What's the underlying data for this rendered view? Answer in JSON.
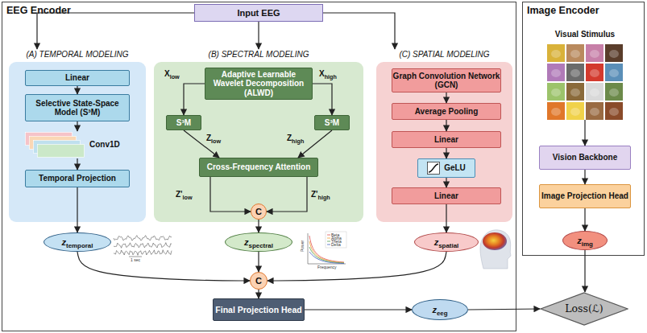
{
  "diagram": {
    "nodes": [
      {
        "text": [
          "EEG Encoder"
        ]
      },
      {
        "text": [
          "Input EEG"
        ],
        "in": 0
      },
      {
        "text": [
          "(A) TEMPORAL MODELING"
        ],
        "in": 0
      },
      {
        "text": [
          "Linear"
        ],
        "in": 2
      },
      {
        "text": [
          "Selective State-Space Model (S³M)"
        ],
        "in": 2
      },
      {
        "text": [
          "Conv1D"
        ],
        "in": 2
      },
      {
        "text": [
          "Temporal Projection"
        ],
        "in": 2
      },
      {
        "text": [
          "(B) SPECTRAL MODELING"
        ],
        "in": 0
      },
      {
        "text": [
          "Adaptive Learnable Wavelet Decomposition (ALWD)"
        ],
        "in": 7
      },
      {
        "text": [
          "S³M"
        ],
        "in": 7
      },
      {
        "text": [
          "S³M"
        ],
        "in": 7
      },
      {
        "text": [
          "Cross-Frequency Attention"
        ],
        "in": 7
      },
      {
        "text": [
          "C"
        ],
        "in": 7
      },
      {
        "text": [
          "(C) SPATIAL MODELING"
        ],
        "in": 0
      },
      {
        "text": [
          "Graph Convolution Network (GCN)"
        ],
        "in": 13
      },
      {
        "text": [
          "Average Pooling"
        ],
        "in": 13
      },
      {
        "text": [
          "Linear"
        ],
        "in": 13
      },
      {
        "text": [
          "GeLU"
        ],
        "in": 13
      },
      {
        "text": [
          "Linear"
        ],
        "in": 13
      },
      {
        "text": [
          "ztemporal"
        ],
        "in": 0
      },
      {
        "text": [
          "zspectral"
        ],
        "in": 0
      },
      {
        "text": [
          "zspatial"
        ],
        "in": 0
      },
      {
        "text": [
          "C"
        ],
        "in": 0
      },
      {
        "text": [
          "Final Projection Head"
        ],
        "in": 0
      },
      {
        "text": [
          "zeeg"
        ],
        "in": 0
      },
      {
        "text": [
          "Image Encoder"
        ]
      },
      {
        "text": [
          "Visual Stimulus"
        ],
        "in": 25
      },
      {
        "text": [
          "Vision Backbone"
        ],
        "in": 25
      },
      {
        "text": [
          "Image Projection Head"
        ],
        "in": 25
      },
      {
        "text": [
          "zimg"
        ],
        "in": 25
      },
      {
        "text": [
          "Loss(ℒ)"
        ]
      }
    ],
    "edges": [
      {
        "from": 1,
        "to": 2,
        "arrow": "to"
      },
      {
        "from": 1,
        "to": 7,
        "arrow": "to"
      },
      {
        "from": 1,
        "to": 13,
        "arrow": "to"
      },
      {
        "from": 3,
        "to": 4,
        "arrow": "to"
      },
      {
        "from": 4,
        "to": 5,
        "arrow": "to"
      },
      {
        "from": 5,
        "to": 6,
        "arrow": "to"
      },
      {
        "from": 8,
        "to": 9,
        "arrow": "to",
        "label": "Xlow"
      },
      {
        "from": 8,
        "to": 10,
        "arrow": "to",
        "label": "Xhigh"
      },
      {
        "from": 9,
        "to": 11,
        "arrow": "to",
        "label": "Zlow"
      },
      {
        "from": 10,
        "to": 11,
        "arrow": "to",
        "label": "Zhigh"
      },
      {
        "from": 11,
        "to": 12,
        "arrow": "to",
        "label": "Z'low"
      },
      {
        "from": 11,
        "to": 12,
        "arrow": "to",
        "label": "Z'high"
      },
      {
        "from": 14,
        "to": 15,
        "arrow": "to"
      },
      {
        "from": 15,
        "to": 16,
        "arrow": "to"
      },
      {
        "from": 16,
        "to": 17,
        "arrow": "to"
      },
      {
        "from": 17,
        "to": 18,
        "arrow": "to"
      },
      {
        "from": 6,
        "to": 19,
        "arrow": "to"
      },
      {
        "from": 12,
        "to": 20,
        "arrow": "to"
      },
      {
        "from": 18,
        "to": 21,
        "arrow": "to"
      },
      {
        "from": 19,
        "to": 22,
        "arrow": "to"
      },
      {
        "from": 20,
        "to": 22,
        "arrow": "to"
      },
      {
        "from": 21,
        "to": 22,
        "arrow": "to"
      },
      {
        "from": 22,
        "to": 23,
        "arrow": "to"
      },
      {
        "from": 23,
        "to": 24,
        "arrow": "to"
      },
      {
        "from": 24,
        "to": 30,
        "arrow": "to"
      },
      {
        "from": 26,
        "to": 27,
        "arrow": "to"
      },
      {
        "from": 27,
        "to": 28,
        "arrow": "to"
      },
      {
        "from": 28,
        "to": 29,
        "arrow": "to"
      },
      {
        "from": 29,
        "to": 30,
        "arrow": "to"
      }
    ],
    "labels": [
      "1 sec",
      "Beta",
      "Alpha",
      "Theta",
      "Delta",
      "Power",
      "Frequency"
    ]
  }
}
